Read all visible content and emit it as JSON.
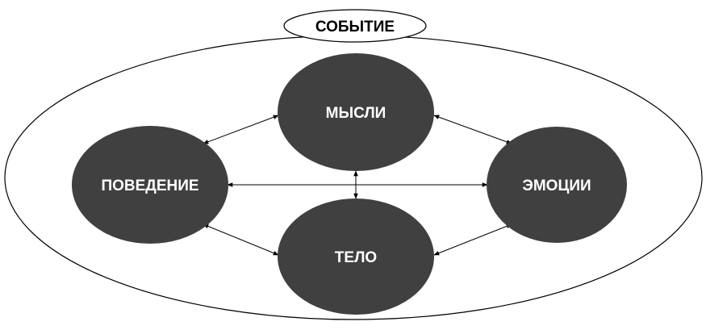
{
  "event": "СОБЫТИЕ",
  "nodes": {
    "thoughts": "МЫСЛИ",
    "behavior": "ПОВЕДЕНИЕ",
    "emotions": "ЭМОЦИИ",
    "body": "ТЕЛО"
  },
  "colors": {
    "node": "#404040",
    "node_text": "#ffffff",
    "line": "#000000"
  }
}
